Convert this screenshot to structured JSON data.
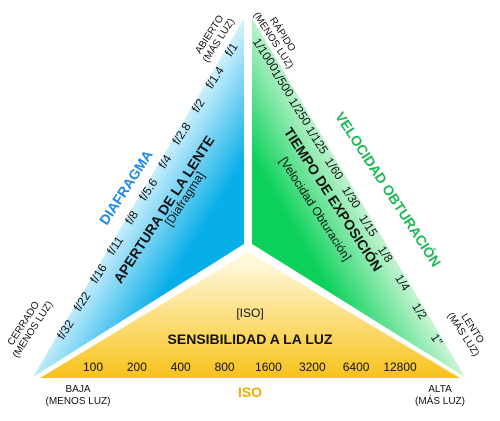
{
  "left_side": {
    "label": "DIAFRAGMA",
    "label_color": "#1e88e5",
    "title": "APERTURA DE LA LENTE",
    "subtitle": "[Diafragma]",
    "stops": [
      "f/32",
      "f/22",
      "f/16",
      "f/11",
      "f/8",
      "f/5.6",
      "f/4",
      "f/2.8",
      "f/2",
      "f/1.4",
      "f/1"
    ],
    "top_caption": [
      "ABIERTO",
      "(MÁS LUZ)"
    ],
    "bottom_caption": [
      "CERRADO",
      "(MENOS LUZ)"
    ]
  },
  "right_side": {
    "label": "VELOCIDAD OBTURACIÓN",
    "label_color": "#1db954",
    "title": "TIEMPO DE EXPOSICIÓN",
    "subtitle": "[Velocidad Obturación]",
    "speeds": [
      "1/1000",
      "1/500",
      "1/250",
      "1/125",
      "1/60",
      "1/30",
      "1/15",
      "1/8",
      "1/4",
      "1/2",
      "1\""
    ],
    "top_caption": [
      "RÁPIDO",
      "(MENOS LUZ)"
    ],
    "bottom_caption": [
      "LENTO",
      "(MÁS LUZ)"
    ]
  },
  "bottom_side": {
    "label": "ISO",
    "label_color": "#f2a900",
    "tag": "[ISO]",
    "title": "SENSIBILIDAD A LA LUZ",
    "values": [
      "100",
      "200",
      "400",
      "800",
      "1600",
      "3200",
      "6400",
      "12800"
    ],
    "left_caption": [
      "BAJA",
      "(MENOS LUZ)"
    ],
    "right_caption": [
      "ALTA",
      "(MÁS LUZ)"
    ]
  },
  "colors": {
    "blue_light": "#d6f2fd",
    "blue_dark": "#08aee8",
    "green_light": "#d6f7dd",
    "green_dark": "#0bd15a",
    "yellow_light": "#fff7d6",
    "yellow_dark": "#f8c21b"
  }
}
